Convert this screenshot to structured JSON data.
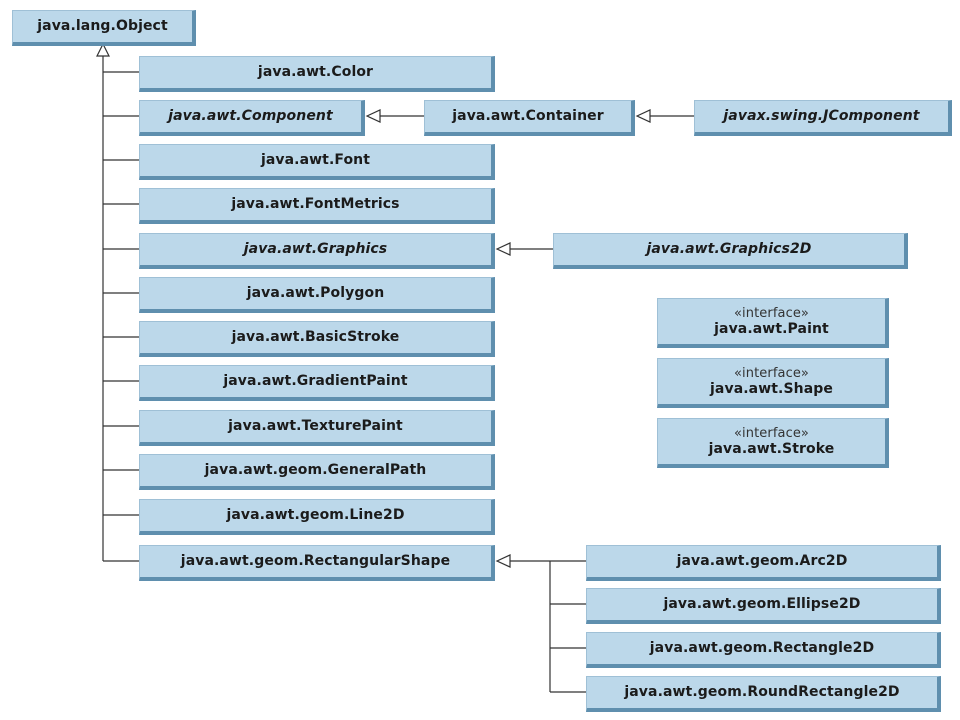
{
  "classes": {
    "object": "java.lang.Object",
    "color": "java.awt.Color",
    "component": "java.awt.Component",
    "container": "java.awt.Container",
    "jcomponent": "javax.swing.JComponent",
    "font": "java.awt.Font",
    "fontmetrics": "java.awt.FontMetrics",
    "graphics": "java.awt.Graphics",
    "graphics2d": "java.awt.Graphics2D",
    "polygon": "java.awt.Polygon",
    "basicstroke": "java.awt.BasicStroke",
    "gradientpaint": "java.awt.GradientPaint",
    "texturepaint": "java.awt.TexturePaint",
    "generalpath": "java.awt.geom.GeneralPath",
    "line2d": "java.awt.geom.Line2D",
    "rectangularshape": "java.awt.geom.RectangularShape",
    "arc2d": "java.awt.geom.Arc2D",
    "ellipse2d": "java.awt.geom.Ellipse2D",
    "rectangle2d": "java.awt.geom.Rectangle2D",
    "roundrectangle2d": "java.awt.geom.RoundRectangle2D"
  },
  "interfaces": {
    "stereotype": "«interface»",
    "paint": "java.awt.Paint",
    "shape": "java.awt.Shape",
    "stroke": "java.awt.Stroke"
  },
  "colors": {
    "box_fill": "#bcd8ea",
    "box_shadow": "#5f8fae",
    "line": "#333333"
  }
}
